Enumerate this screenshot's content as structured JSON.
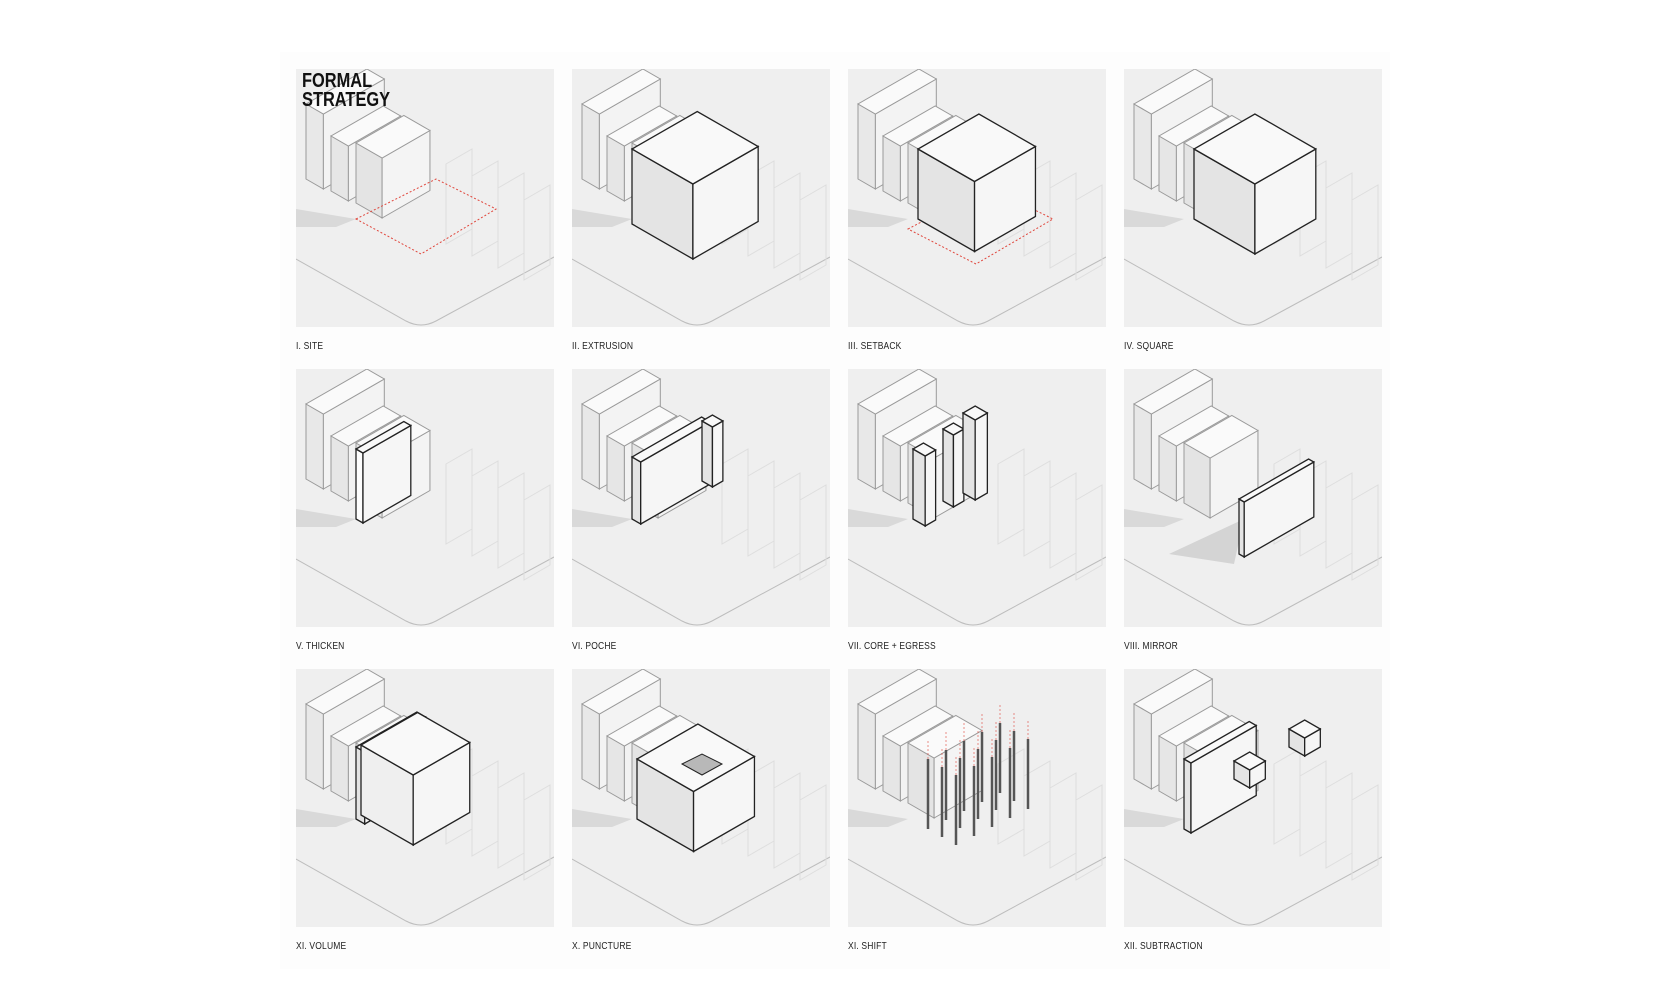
{
  "title": {
    "line1": "FORMAL",
    "line2": "STRATEGY"
  },
  "colors": {
    "panel_bg": "#efefef",
    "ink": "#222222",
    "site_outline": "#e0463c",
    "context": "#d6d6d6"
  },
  "panels": [
    {
      "label": "I. SITE"
    },
    {
      "label": "II. EXTRUSION"
    },
    {
      "label": "III. SETBACK"
    },
    {
      "label": "IV. SQUARE"
    },
    {
      "label": "V. THICKEN"
    },
    {
      "label": "VI. POCHE"
    },
    {
      "label": "VII. CORE + EGRESS"
    },
    {
      "label": "VIII. MIRROR"
    },
    {
      "label": "XI. VOLUME"
    },
    {
      "label": "X. PUNCTURE"
    },
    {
      "label": "XI. SHIFT"
    },
    {
      "label": "XII. SUBTRACTION"
    }
  ]
}
